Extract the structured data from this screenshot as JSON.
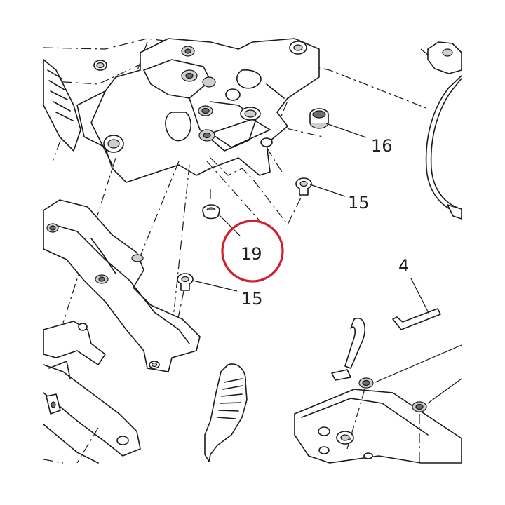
{
  "callouts": [
    {
      "id": "c16",
      "label": "16"
    },
    {
      "id": "c15a",
      "label": "15"
    },
    {
      "id": "c19",
      "label": "19"
    },
    {
      "id": "c15b",
      "label": "15"
    },
    {
      "id": "c4",
      "label": "4"
    }
  ],
  "highlight": {
    "target": "19",
    "color": "#d21f2b"
  }
}
